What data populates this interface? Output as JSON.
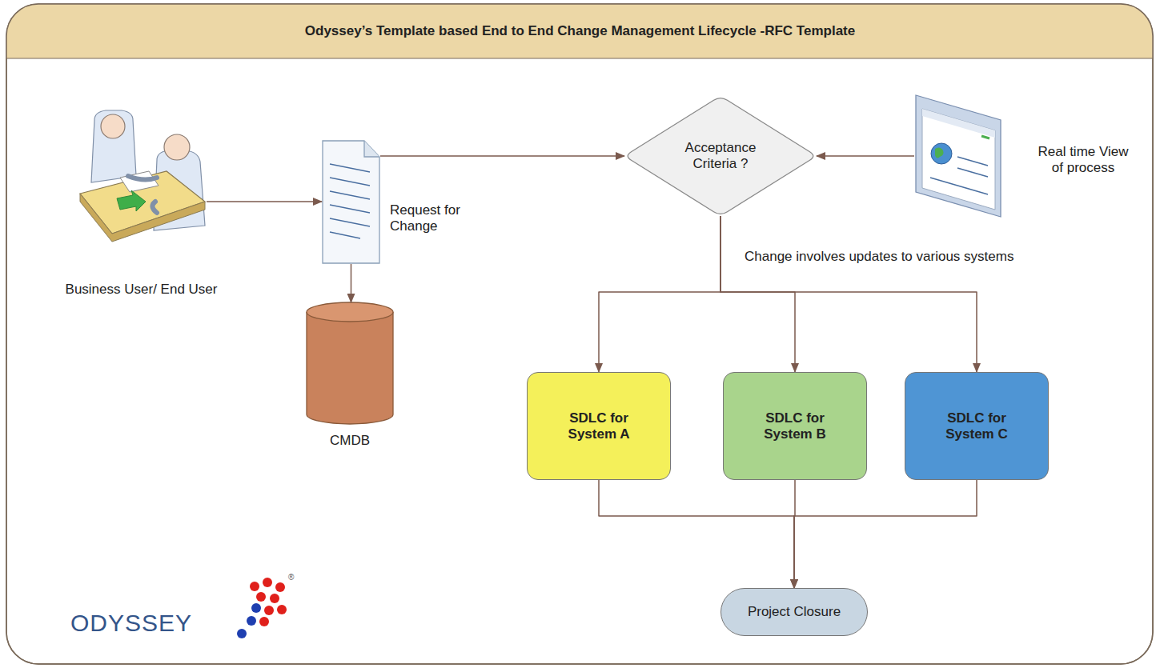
{
  "diagram": {
    "title": "Odyssey’s Template based End to End Change Management Lifecycle -RFC Template",
    "nodes": [
      {
        "text": [
          "Business User/ End User"
        ]
      },
      {
        "text": [
          "Request for Change"
        ]
      },
      {
        "text": [
          "Acceptance Criteria ?"
        ]
      },
      {
        "text": [
          "Real time View of process"
        ]
      },
      {
        "text": [
          "CMDB"
        ]
      },
      {
        "text": [
          "SDLC for System A"
        ]
      },
      {
        "text": [
          "SDLC for System B"
        ]
      },
      {
        "text": [
          "SDLC for System C"
        ]
      },
      {
        "text": [
          "Project Closure"
        ]
      }
    ],
    "edges": [
      {
        "from": 0,
        "to": 1,
        "arrow": "to"
      },
      {
        "from": 1,
        "to": 2,
        "arrow": "to"
      },
      {
        "from": 1,
        "to": 4,
        "arrow": "to"
      },
      {
        "from": 3,
        "to": 2,
        "arrow": "to"
      },
      {
        "from": 2,
        "to": 5,
        "arrow": "to"
      },
      {
        "from": 2,
        "to": 6,
        "arrow": "to"
      },
      {
        "from": 2,
        "to": 7,
        "arrow": "to"
      },
      {
        "from": 5,
        "to": 8,
        "arrow": "to"
      },
      {
        "from": 6,
        "to": 8,
        "arrow": "to"
      },
      {
        "from": 7,
        "to": 8,
        "arrow": "to"
      }
    ],
    "labels": [
      "Change involves updates to various systems",
      "ODYSSEY",
      "®"
    ]
  }
}
